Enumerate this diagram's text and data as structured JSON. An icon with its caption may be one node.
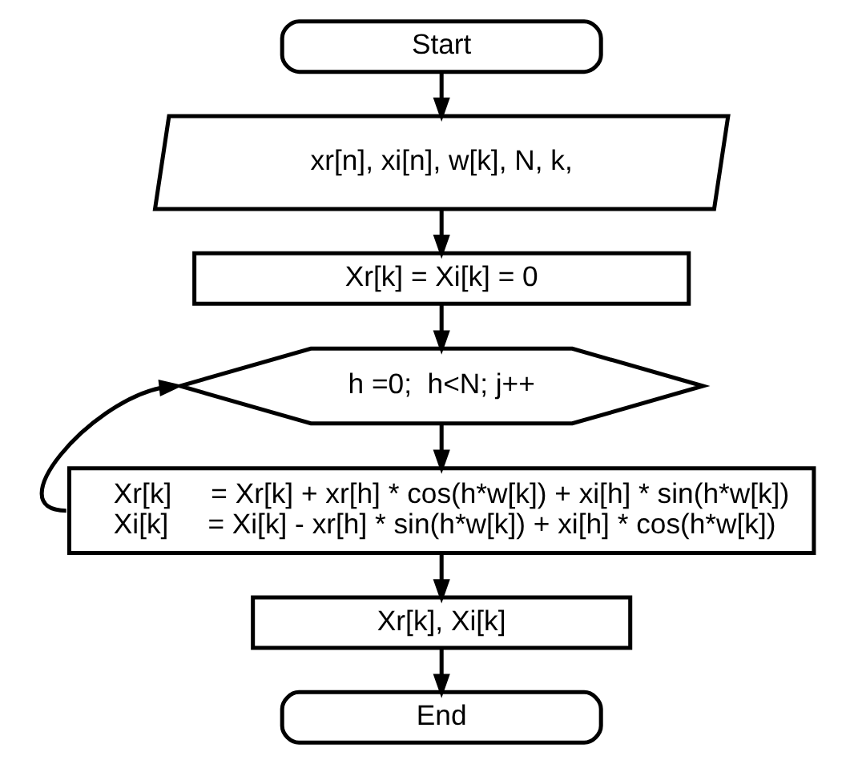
{
  "diagram": {
    "nodes": [
      {
        "text": [
          "Start"
        ]
      },
      {
        "text": [
          "xr[n], xi[n], w[k], N, k,"
        ]
      },
      {
        "text": [
          "Xr[k] = Xi[k] = 0"
        ]
      },
      {
        "text": [
          "h =0;  h<N; j++"
        ]
      },
      {
        "text": [
          "Xr[k]     = Xr[k] + xr[h] * cos(h*w[k]) + xi[h] * sin(h*w[k])",
          "Xi[k]     = Xi[k] - xr[h] * sin(h*w[k]) + xi[h] * cos(h*w[k])"
        ]
      },
      {
        "text": [
          "Xr[k], Xi[k]"
        ]
      },
      {
        "text": [
          "End"
        ]
      }
    ],
    "edges": [
      {
        "from": 0,
        "to": 1,
        "arrow": "to"
      },
      {
        "from": 1,
        "to": 2,
        "arrow": "to"
      },
      {
        "from": 2,
        "to": 3,
        "arrow": "to"
      },
      {
        "from": 3,
        "to": 4,
        "arrow": "to"
      },
      {
        "from": 4,
        "to": 3,
        "arrow": "to"
      },
      {
        "from": 4,
        "to": 5,
        "arrow": "to"
      },
      {
        "from": 5,
        "to": 6,
        "arrow": "to"
      }
    ]
  }
}
